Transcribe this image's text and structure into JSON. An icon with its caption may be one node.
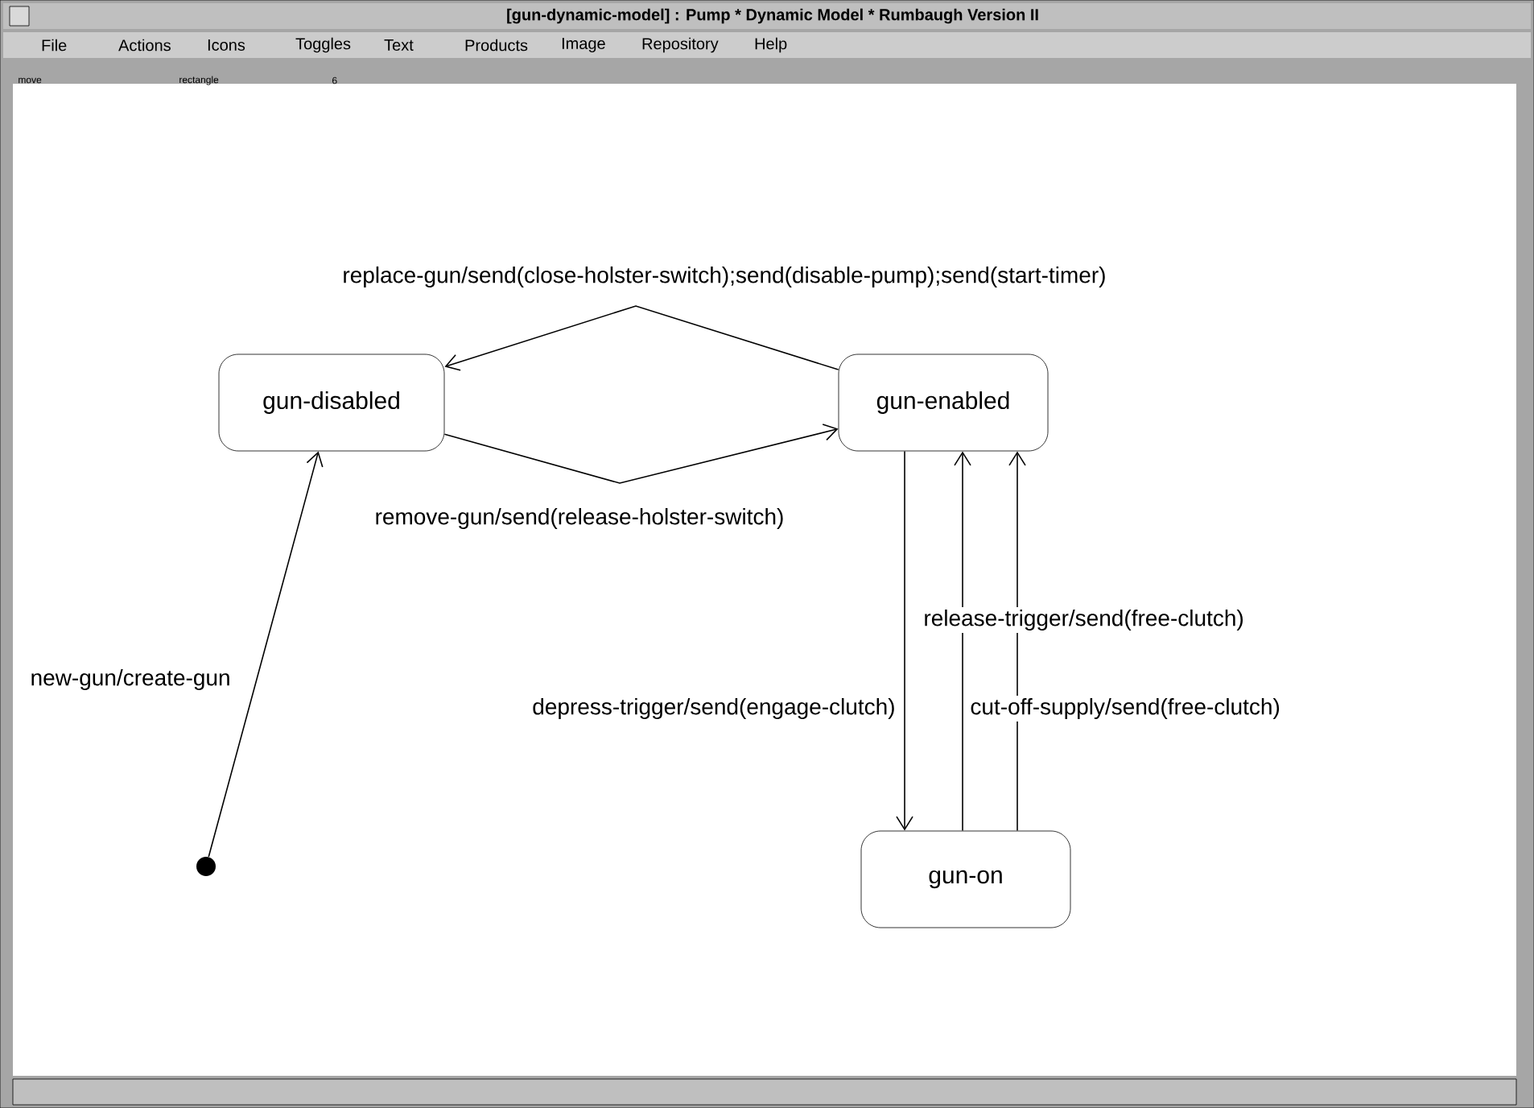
{
  "diagram": {
    "title": "[gun-dynamic-model] : Pump * Dynamic Model * Rumbaugh Version II",
    "nodes": [
      {
        "text": [
          "gun-disabled"
        ]
      },
      {
        "text": [
          "gun-enabled"
        ]
      },
      {
        "text": [
          "gun-on"
        ]
      },
      {
        "text": [],
        "shape": "circle"
      }
    ],
    "edges": [
      {
        "from": 1,
        "to": 0,
        "arrow": "to",
        "label": "replace-gun/send(close-holster-switch);send(disable-pump);send(start-timer)"
      },
      {
        "from": 0,
        "to": 1,
        "arrow": "to",
        "label": "remove-gun/send(release-holster-switch)"
      },
      {
        "from": 3,
        "to": 0,
        "arrow": "to",
        "label": "new-gun/create-gun"
      },
      {
        "from": 1,
        "to": 2,
        "arrow": "to",
        "label": "depress-trigger/send(engage-clutch)"
      },
      {
        "from": 2,
        "to": 1,
        "arrow": "to",
        "label": "release-trigger/send(free-clutch)"
      },
      {
        "from": 2,
        "to": 1,
        "arrow": "to",
        "label": "cut-off-supply/send(free-clutch)"
      }
    ],
    "labels": [
      "File",
      "Actions",
      "Icons",
      "Toggles",
      "Text",
      "Products",
      "Image",
      "Repository",
      "Help",
      "move",
      "rectangle",
      "6"
    ]
  }
}
